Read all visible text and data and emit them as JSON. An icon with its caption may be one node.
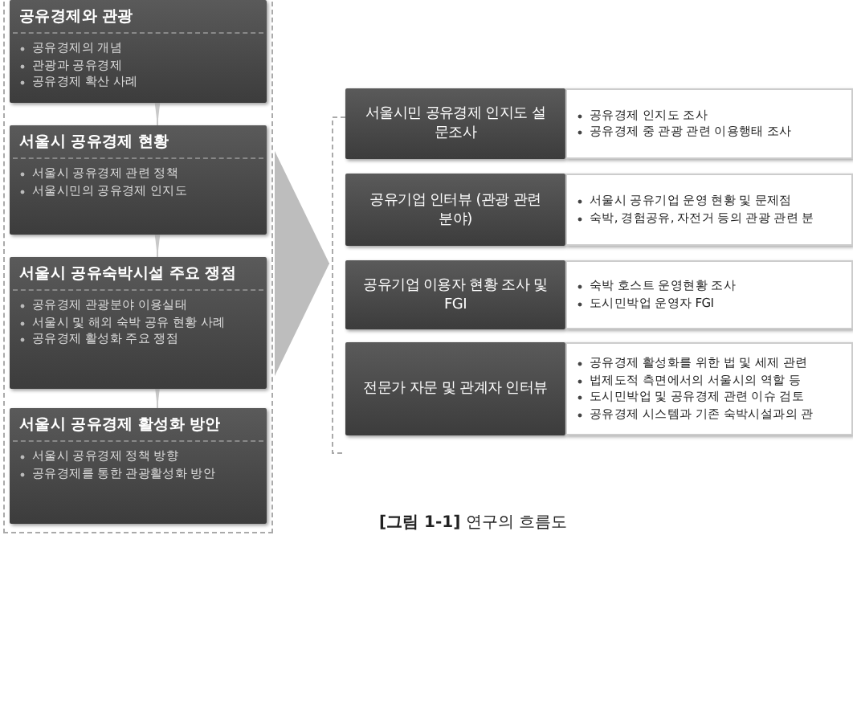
{
  "diagram": {
    "caption": "**[그림 1-1]** 연구의 흐름도",
    "nodes": [
      {
        "text": [],
        "shape": "box"
      },
      {
        "text": [
          "공유경제와 관광",
          "공유경제의 개념",
          "관광과 공유경제",
          "공유경제 확산 사례"
        ],
        "in": 0
      },
      {
        "text": [
          "서울시 공유경제 현황",
          "서울시 공유경제 관련 정책",
          "서울시민의 공유경제 인지도"
        ],
        "in": 0
      },
      {
        "text": [
          "서울시 공유숙박시설 주요 쟁점",
          "공유경제 관광분야 이용실태",
          "서울시 및 해외 숙박 공유 현황 사례",
          "공유경제 활성화 주요 쟁점"
        ],
        "in": 0
      },
      {
        "text": [
          "서울시 공유경제 활성화 방안",
          "서울시 공유경제 정책 방향",
          "공유경제를 통한 관광활성화 방안"
        ],
        "in": 0
      },
      {
        "text": [
          "서울시민 공유경제 인지도 설문조사"
        ]
      },
      {
        "text": [
          "공유경제 인지도 조사",
          "공유경제 중 관광 관련 이용행태 조사"
        ]
      },
      {
        "text": [
          "공유기업 인터뷰 (관광 관련 분야)"
        ]
      },
      {
        "text": [
          "서울시 공유기업 운영 현황 및 문제점",
          "숙박, 경험공유, 자전거 등의 관광 관련 분"
        ]
      },
      {
        "text": [
          "공유기업 이용자 현황 조사 및 FGI"
        ]
      },
      {
        "text": [
          "숙박 호스트 운영현황 조사",
          "도시민박업 운영자 FGI"
        ]
      },
      {
        "text": [
          "전문가 자문 및 관계자 인터뷰"
        ]
      },
      {
        "text": [
          "공유경제 활성화를 위한 법 및 세제 관련",
          "법제도적 측면에서의 서울시의 역할 등",
          "도시민박업 및 공유경제 관련 이슈 검토",
          "공유경제 시스템과 기존 숙박시설과의 관"
        ]
      }
    ],
    "edges": [
      {
        "from": 1,
        "to": 2,
        "arrow": "to"
      },
      {
        "from": 2,
        "to": 3,
        "arrow": "to"
      },
      {
        "from": 3,
        "to": 4,
        "arrow": "to"
      },
      {
        "from": 0,
        "to": 9,
        "arrow": "to"
      }
    ]
  }
}
